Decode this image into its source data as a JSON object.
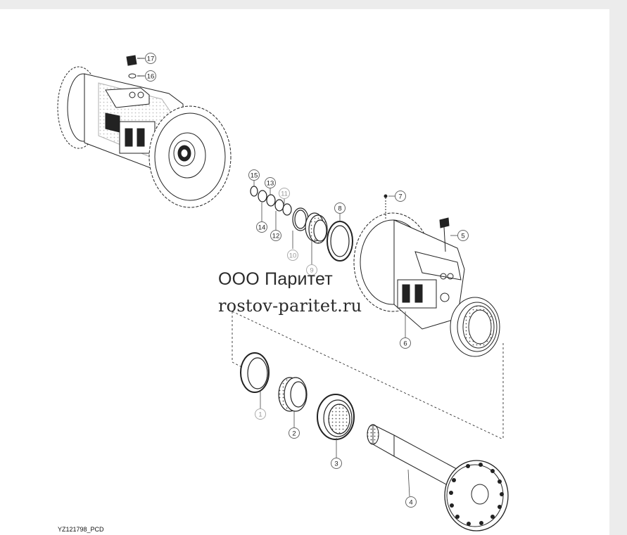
{
  "watermark": {
    "line1": "ООО Паритет",
    "line2": "rostov-paritet.ru"
  },
  "figure_id": "YZ121798_PCD",
  "callouts": [
    {
      "n": "1",
      "faded": true
    },
    {
      "n": "2",
      "faded": false
    },
    {
      "n": "3",
      "faded": false
    },
    {
      "n": "4",
      "faded": false
    },
    {
      "n": "5",
      "faded": false
    },
    {
      "n": "6",
      "faded": false
    },
    {
      "n": "7",
      "faded": false
    },
    {
      "n": "8",
      "faded": false
    },
    {
      "n": "9",
      "faded": true
    },
    {
      "n": "10",
      "faded": true
    },
    {
      "n": "11",
      "faded": true
    },
    {
      "n": "12",
      "faded": false
    },
    {
      "n": "13",
      "faded": false
    },
    {
      "n": "14",
      "faded": false
    },
    {
      "n": "15",
      "faded": false
    },
    {
      "n": "16",
      "faded": false
    },
    {
      "n": "17",
      "faded": false
    }
  ]
}
